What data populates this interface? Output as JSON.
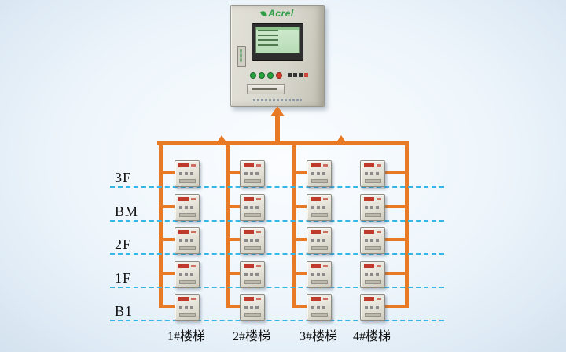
{
  "panel": {
    "brand": "Acrel"
  },
  "floors": [
    "3F",
    "BM",
    "2F",
    "1F",
    "B1"
  ],
  "stairs": [
    "1#楼梯",
    "2#楼梯",
    "3#楼梯",
    "4#楼梯"
  ],
  "colors": {
    "bus_orange": "#e87a25",
    "floor_dash_blue": "#35b6e9",
    "device_accent_red": "#c03a2b",
    "brand_green": "#2f9e44",
    "cabinet_body": "#d7d6cc",
    "screen_green": "#bfe0bd"
  }
}
